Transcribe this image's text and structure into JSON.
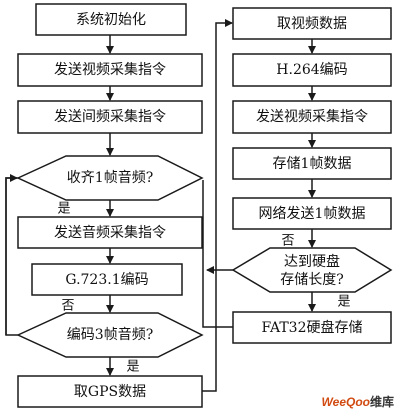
{
  "diagram": {
    "left_column": {
      "init": "系统初始化",
      "send_video_cmd": "发送视频采集指令",
      "send_interval_cmd": "发送间频采集指令",
      "check_audio_frame": "收齐1帧音频?",
      "send_audio_cmd": "发送音频采集指令",
      "encode_g7231": "G.723.1编码",
      "check_3_frames": "编码3帧音频?",
      "get_gps": "取GPS数据"
    },
    "right_column": {
      "get_video": "取视频数据",
      "encode_h264": "H.264编码",
      "send_video_cmd": "发送视频采集指令",
      "store_frame": "存储1帧数据",
      "net_send": "网络发送1帧数据",
      "check_length": [
        "达到硬盘",
        "存储长度?"
      ],
      "fat32": "FAT32硬盘存储"
    },
    "labels": {
      "yes": "是",
      "no": "否"
    }
  },
  "watermark": {
    "part1": "WeeQoo",
    "part2": "维库"
  },
  "colors": {
    "stroke": "#1a1a1a",
    "fill": "#ffffff"
  }
}
